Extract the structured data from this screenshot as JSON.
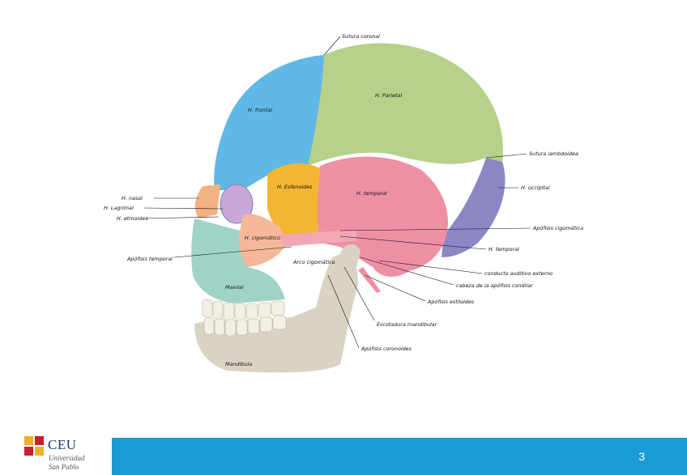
{
  "slide": {
    "page_number": "3"
  },
  "logo": {
    "name": "CEU",
    "line1": "Universidad",
    "line2": "San Pablo"
  },
  "labels": {
    "sutura_coronal": "Sutura coronal",
    "h_parietal": "H. Parietal",
    "h_frontal": "H. frontal",
    "sutura_lambdoidea": "Sutura lambdoidea",
    "h_occipital": "H. occipital",
    "h_esfenoides": "H. Esfenoides",
    "h_temporal": "H. temporal",
    "h_nasal": "H. nasal",
    "h_lagrimal": "H. Lagrimal",
    "h_etmoides": "H. etmoides",
    "apofisis_cigomatica": "Apófisis cigomática",
    "h_cigomatico": "H. cigomático",
    "h_temporal_2": "H. temporal",
    "apofisis_temporal": "Apófisis temporal",
    "arco_cigomatico": "Arco cigomático",
    "conducto_auditivo": "conducto auditivo externo",
    "cabeza_apofisis": "cabeza de la apófisis condilar",
    "maxilar": "Maxilar",
    "apofisis_estiloides": "Apófisis estiloides",
    "escotadura_mandibular": "Escotadura mandibular",
    "apofisis_coronoides": "Apófisis coronoides",
    "mandibula": "Mandíbula"
  },
  "colors": {
    "frontal": "#5fb8e8",
    "parietal": "#b7d08a",
    "occipital": "#8b86c4",
    "temporal": "#ee8fa4",
    "esfenoides": "#f2b632",
    "cigomatico": "#f5b89a",
    "maxilar": "#9ed3c6",
    "mandibula": "#d9d3c4",
    "nasal": "#f4b183",
    "footer": "#1a9bd4"
  }
}
